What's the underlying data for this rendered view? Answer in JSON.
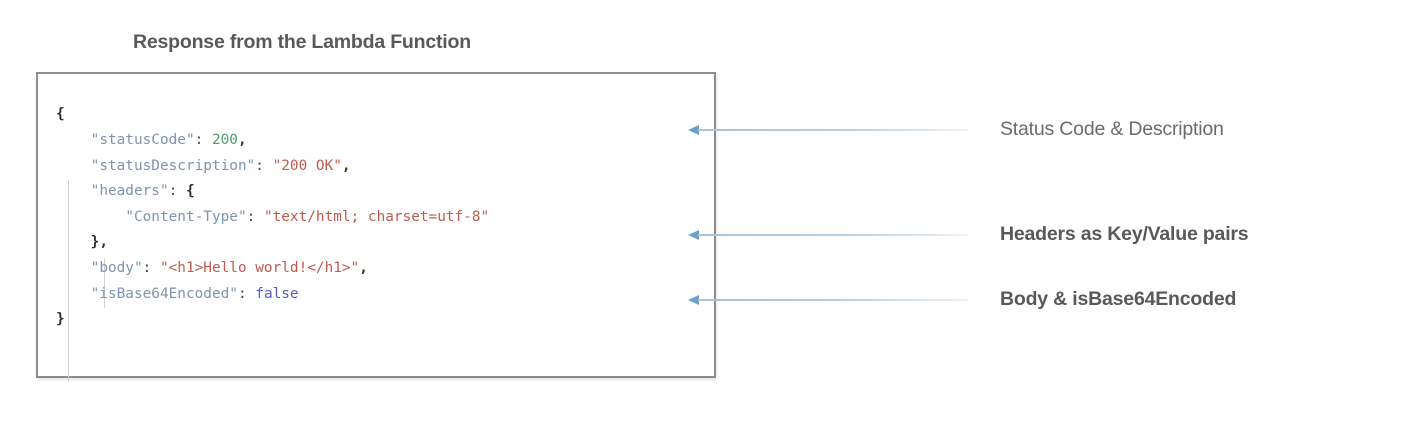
{
  "title": "Response from the Lambda Function",
  "code_box": {
    "language": "json",
    "lines": [
      {
        "indent": 0,
        "tokens": [
          {
            "type": "punc",
            "text": "{"
          }
        ]
      },
      {
        "indent": 1,
        "tokens": [
          {
            "type": "key",
            "text": "\"statusCode\""
          },
          {
            "type": "colon",
            "text": ": "
          },
          {
            "type": "num",
            "text": "200"
          },
          {
            "type": "punc",
            "text": ","
          }
        ]
      },
      {
        "indent": 1,
        "tokens": [
          {
            "type": "key",
            "text": "\"statusDescription\""
          },
          {
            "type": "colon",
            "text": ": "
          },
          {
            "type": "str",
            "text": "\"200 OK\""
          },
          {
            "type": "punc",
            "text": ","
          }
        ]
      },
      {
        "indent": 1,
        "tokens": [
          {
            "type": "key",
            "text": "\"headers\""
          },
          {
            "type": "colon",
            "text": ": "
          },
          {
            "type": "punc",
            "text": "{"
          }
        ]
      },
      {
        "indent": 2,
        "tokens": [
          {
            "type": "key",
            "text": "\"Content-Type\""
          },
          {
            "type": "colon",
            "text": ": "
          },
          {
            "type": "str",
            "text": "\"text/html; charset=utf-8\""
          }
        ]
      },
      {
        "indent": 1,
        "tokens": [
          {
            "type": "punc",
            "text": "},"
          }
        ]
      },
      {
        "indent": 1,
        "tokens": [
          {
            "type": "key",
            "text": "\"body\""
          },
          {
            "type": "colon",
            "text": ": "
          },
          {
            "type": "str",
            "text": "\"<h1>Hello world!</h1>\""
          },
          {
            "type": "punc",
            "text": ","
          }
        ]
      },
      {
        "indent": 1,
        "tokens": [
          {
            "type": "key",
            "text": "\"isBase64Encoded\""
          },
          {
            "type": "colon",
            "text": ": "
          },
          {
            "type": "bool",
            "text": "false"
          }
        ]
      },
      {
        "indent": 0,
        "tokens": [
          {
            "type": "punc",
            "text": "}"
          }
        ]
      }
    ]
  },
  "annotations": [
    {
      "id": "status",
      "label": "Status Code & Description",
      "bold": false
    },
    {
      "id": "headers",
      "label": "Headers as Key/Value pairs",
      "bold": true
    },
    {
      "id": "body",
      "label": "Body & isBase64Encoded",
      "bold": true
    }
  ],
  "colors": {
    "key": "#7f93b3",
    "string": "#bf5a4e",
    "number": "#4f9e6d",
    "boolean": "#5d58cf",
    "punctuation": "#2f2f31",
    "text": "#59595b",
    "arrow": "#6f9fc6",
    "box_border": "#8d8d8f",
    "background": "#ffffff"
  }
}
